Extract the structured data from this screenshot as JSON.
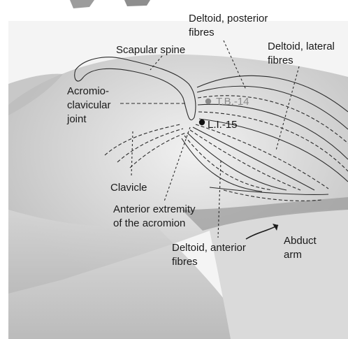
{
  "labels": {
    "deltoid_posterior": [
      "Deltoid, posterior",
      "fibres"
    ],
    "deltoid_lateral": [
      "Deltoid, lateral",
      "fibres"
    ],
    "scapular_spine": [
      "Scapular spine"
    ],
    "acromioclavicular": [
      "Acromio-",
      "clavicular",
      "joint"
    ],
    "clavicle": [
      "Clavicle"
    ],
    "anterior_extremity": [
      "Anterior extremity",
      "of the acromion"
    ],
    "deltoid_anterior": [
      "Deltoid, anterior",
      "fibres"
    ],
    "abduct_arm": [
      "Abduct",
      "arm"
    ]
  },
  "points": [
    {
      "id": "tb14",
      "label": "T.B.-14",
      "color": "#8a8a8a"
    },
    {
      "id": "li15",
      "label": "L.I.-15",
      "color": "#111111"
    }
  ],
  "colors": {
    "background": "#ffffff",
    "skin_light": "#e6e6e6",
    "skin_mid": "#cfcfcf",
    "skin_dark": "#a9a9a9",
    "ink": "#1a1a1a"
  },
  "icons": {
    "abduct_arrow": "curved-arrow-icon"
  }
}
